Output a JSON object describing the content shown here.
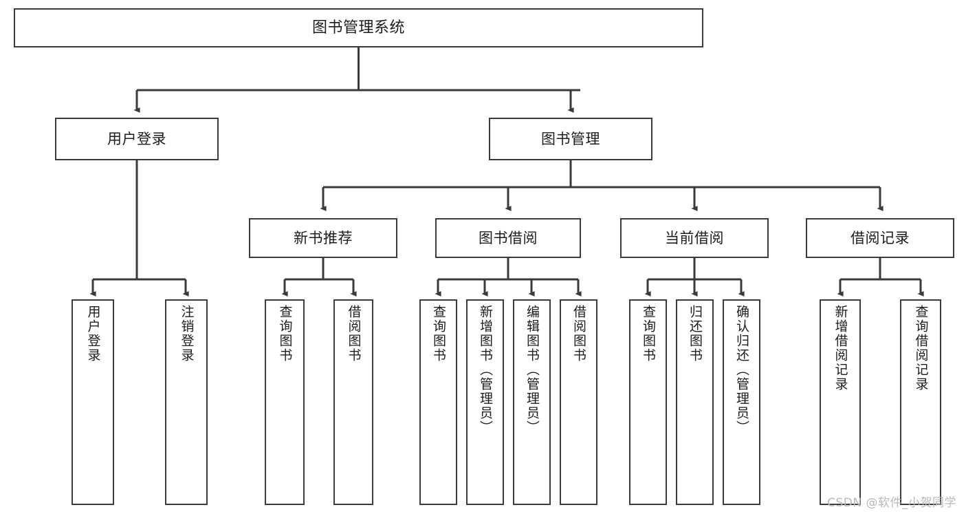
{
  "diagram": {
    "title": "图书管理系统",
    "stroke_color": "#3a3a3a",
    "text_color": "#1c1c1c",
    "background": "#ffffff",
    "root": {
      "label": "图书管理系统"
    },
    "level2": [
      {
        "label": "用户登录"
      },
      {
        "label": "图书管理"
      }
    ],
    "level3": [
      {
        "label": "新书推荐"
      },
      {
        "label": "图书借阅"
      },
      {
        "label": "当前借阅"
      },
      {
        "label": "借阅记录"
      }
    ],
    "leaves": {
      "user_login": [
        {
          "label": "用户登录"
        },
        {
          "label": "注销登录"
        }
      ],
      "new_book": [
        {
          "label": "查询图书"
        },
        {
          "label": "借阅图书"
        }
      ],
      "book_borrow": [
        {
          "label": "查询图书"
        },
        {
          "label": "新增图书（管理员）"
        },
        {
          "label": "编辑图书（管理员）"
        },
        {
          "label": "借阅图书"
        }
      ],
      "current_borrow": [
        {
          "label": "查询图书"
        },
        {
          "label": "归还图书"
        },
        {
          "label": "确认归还（管理员）"
        }
      ],
      "borrow_record": [
        {
          "label": "新增借阅记录"
        },
        {
          "label": "查询借阅记录"
        }
      ]
    }
  },
  "watermark": {
    "text": "CSDN @软件_小贺同学"
  }
}
